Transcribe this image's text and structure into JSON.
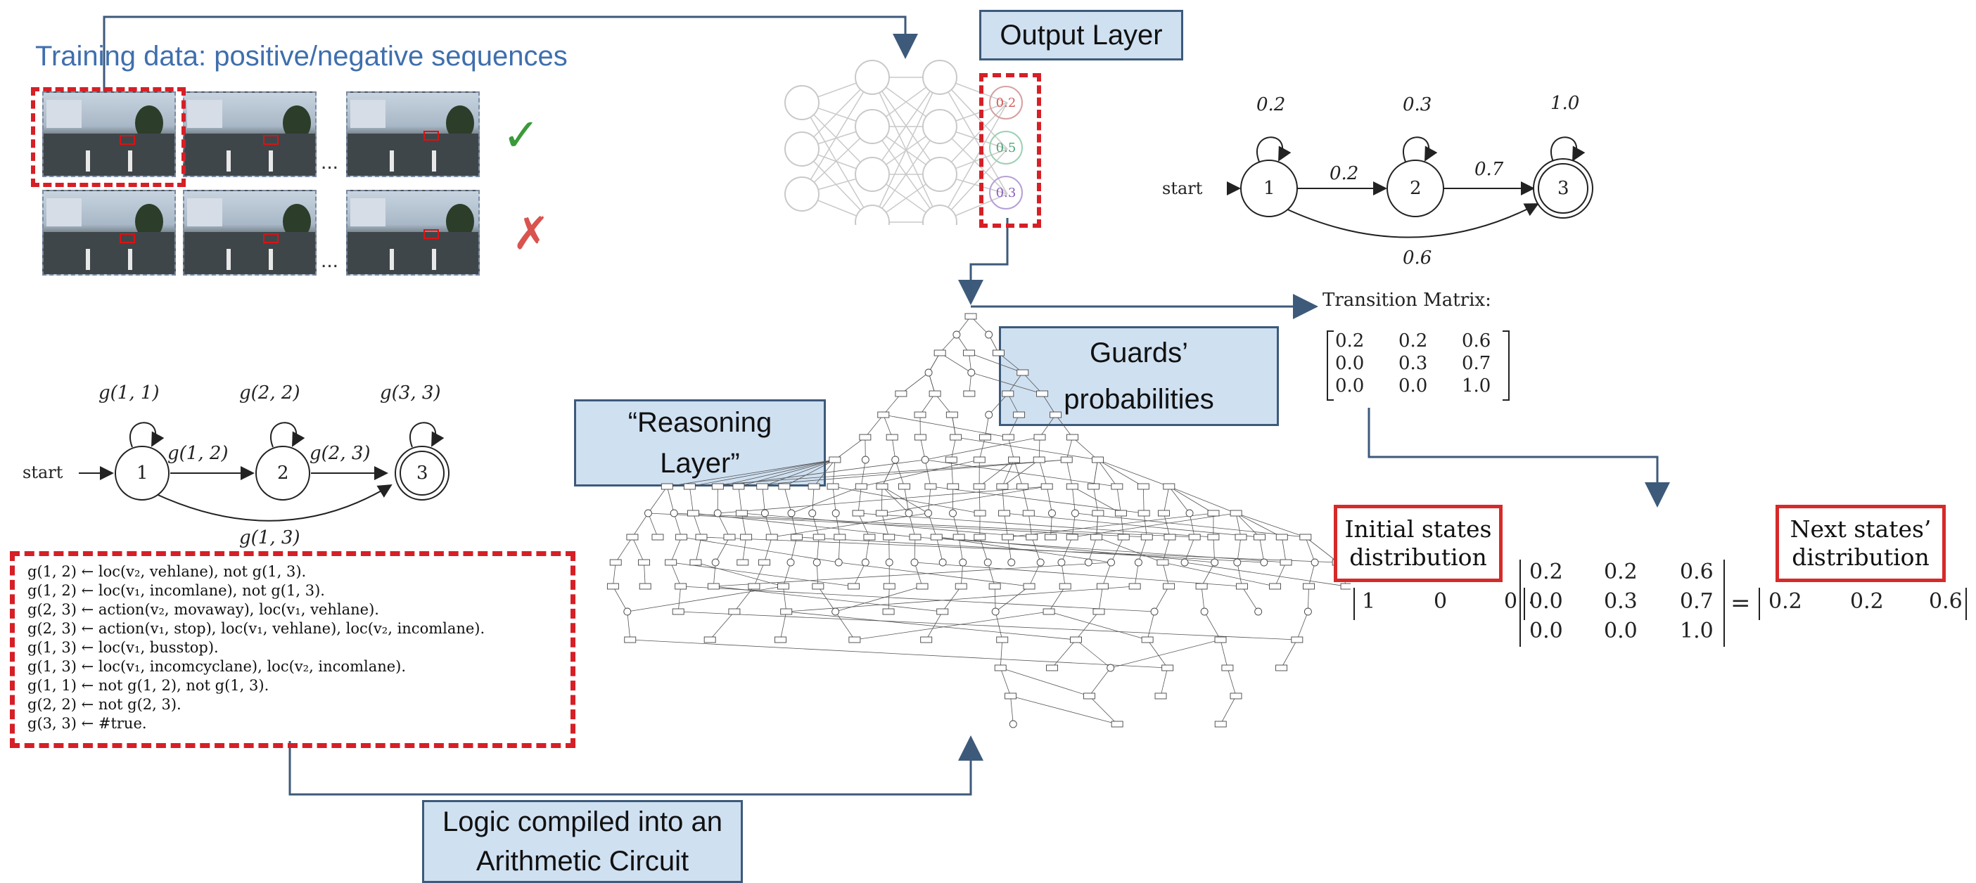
{
  "training": {
    "title": "Training data: positive/negative sequences",
    "ellipsis": "...",
    "positive_mark": "✓",
    "negative_mark": "✗"
  },
  "boxes": {
    "output_layer": "Output Layer",
    "guards_line1": "Guards’",
    "guards_line2": "probabilities",
    "reasoning_line1": "“Reasoning",
    "reasoning_line2": "Layer”",
    "logic_line1": "Logic compiled into an",
    "logic_line2": "Arithmetic Circuit"
  },
  "network": {
    "outputs": [
      "0.2",
      "0.5",
      "0.3"
    ]
  },
  "automaton_symbolic": {
    "start": "start",
    "states": [
      "1",
      "2",
      "3"
    ],
    "self_loops": [
      "g(1, 1)",
      "g(2, 2)",
      "g(3, 3)"
    ],
    "edges": [
      "g(1, 2)",
      "g(2, 3)",
      "g(1, 3)"
    ]
  },
  "automaton_numeric": {
    "start": "start",
    "states": [
      "1",
      "2",
      "3"
    ],
    "self_loops": [
      "0.2",
      "0.3",
      "1.0"
    ],
    "edges": [
      "0.2",
      "0.7",
      "0.6"
    ]
  },
  "transition_matrix": {
    "title": "Transition Matrix:",
    "rows": [
      [
        "0.2",
        "0.2",
        "0.6"
      ],
      [
        "0.0",
        "0.3",
        "0.7"
      ],
      [
        "0.0",
        "0.0",
        "1.0"
      ]
    ]
  },
  "rules": [
    "g(1, 2) ← loc(v₂, vehlane), not g(1, 3).",
    "g(1, 2) ← loc(v₁, incomlane), not g(1, 3).",
    "g(2, 3) ← action(v₂, movaway), loc(v₁, vehlane).",
    "g(2, 3) ← action(v₁, stop), loc(v₁, vehlane), loc(v₂, incomlane).",
    "g(1, 3) ← loc(v₁, busstop).",
    "g(1, 3) ← loc(v₁, incomcyclane), loc(v₂, incomlane).",
    "g(1, 1) ← not g(1, 2), not g(1, 3).",
    "g(2, 2) ← not g(2, 3).",
    "g(3, 3) ← #true."
  ],
  "distribution": {
    "initial_line1": "Initial states",
    "initial_line2": "distribution",
    "next_line1": "Next states’",
    "next_line2": "distribution",
    "initial_vector": [
      "1",
      "0",
      "0"
    ],
    "matrix": [
      [
        "0.2",
        "0.2",
        "0.6"
      ],
      [
        "0.0",
        "0.3",
        "0.7"
      ],
      [
        "0.0",
        "0.0",
        "1.0"
      ]
    ],
    "result_vector": [
      "0.2",
      "0.2",
      "0.6"
    ],
    "dot": "·",
    "equals": "="
  },
  "colors": {
    "arrow": "#3d5a7a",
    "dashed_red": "#d61f26",
    "box_fill": "#cfe0f1",
    "title_blue": "#3f6fad",
    "check_green": "#3a9a3a",
    "cross_red": "#d9534f"
  }
}
